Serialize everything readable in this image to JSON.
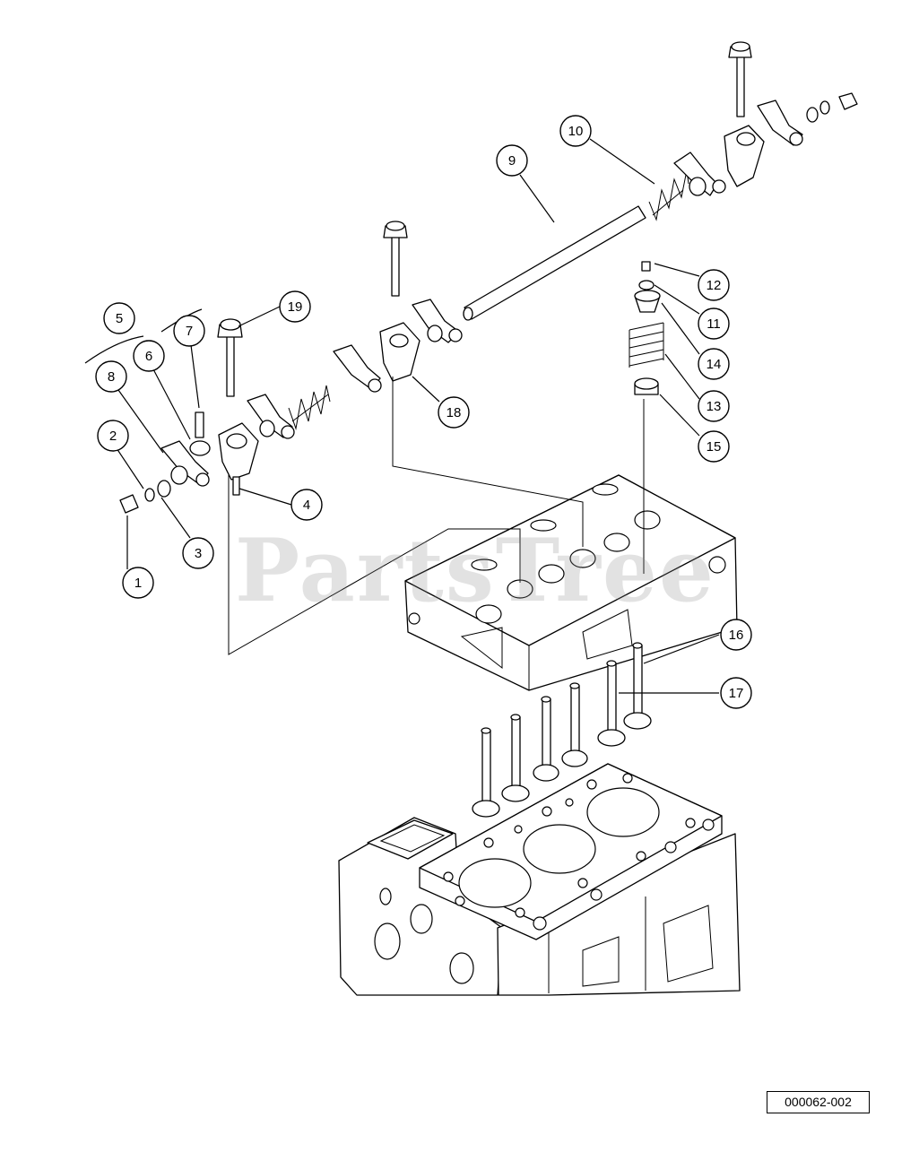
{
  "watermark": "PartsTree",
  "diagram_id": "000062-002",
  "callouts": [
    "1",
    "2",
    "3",
    "4",
    "5",
    "6",
    "7",
    "8",
    "9",
    "10",
    "11",
    "12",
    "13",
    "14",
    "15",
    "16",
    "17",
    "18",
    "19"
  ]
}
